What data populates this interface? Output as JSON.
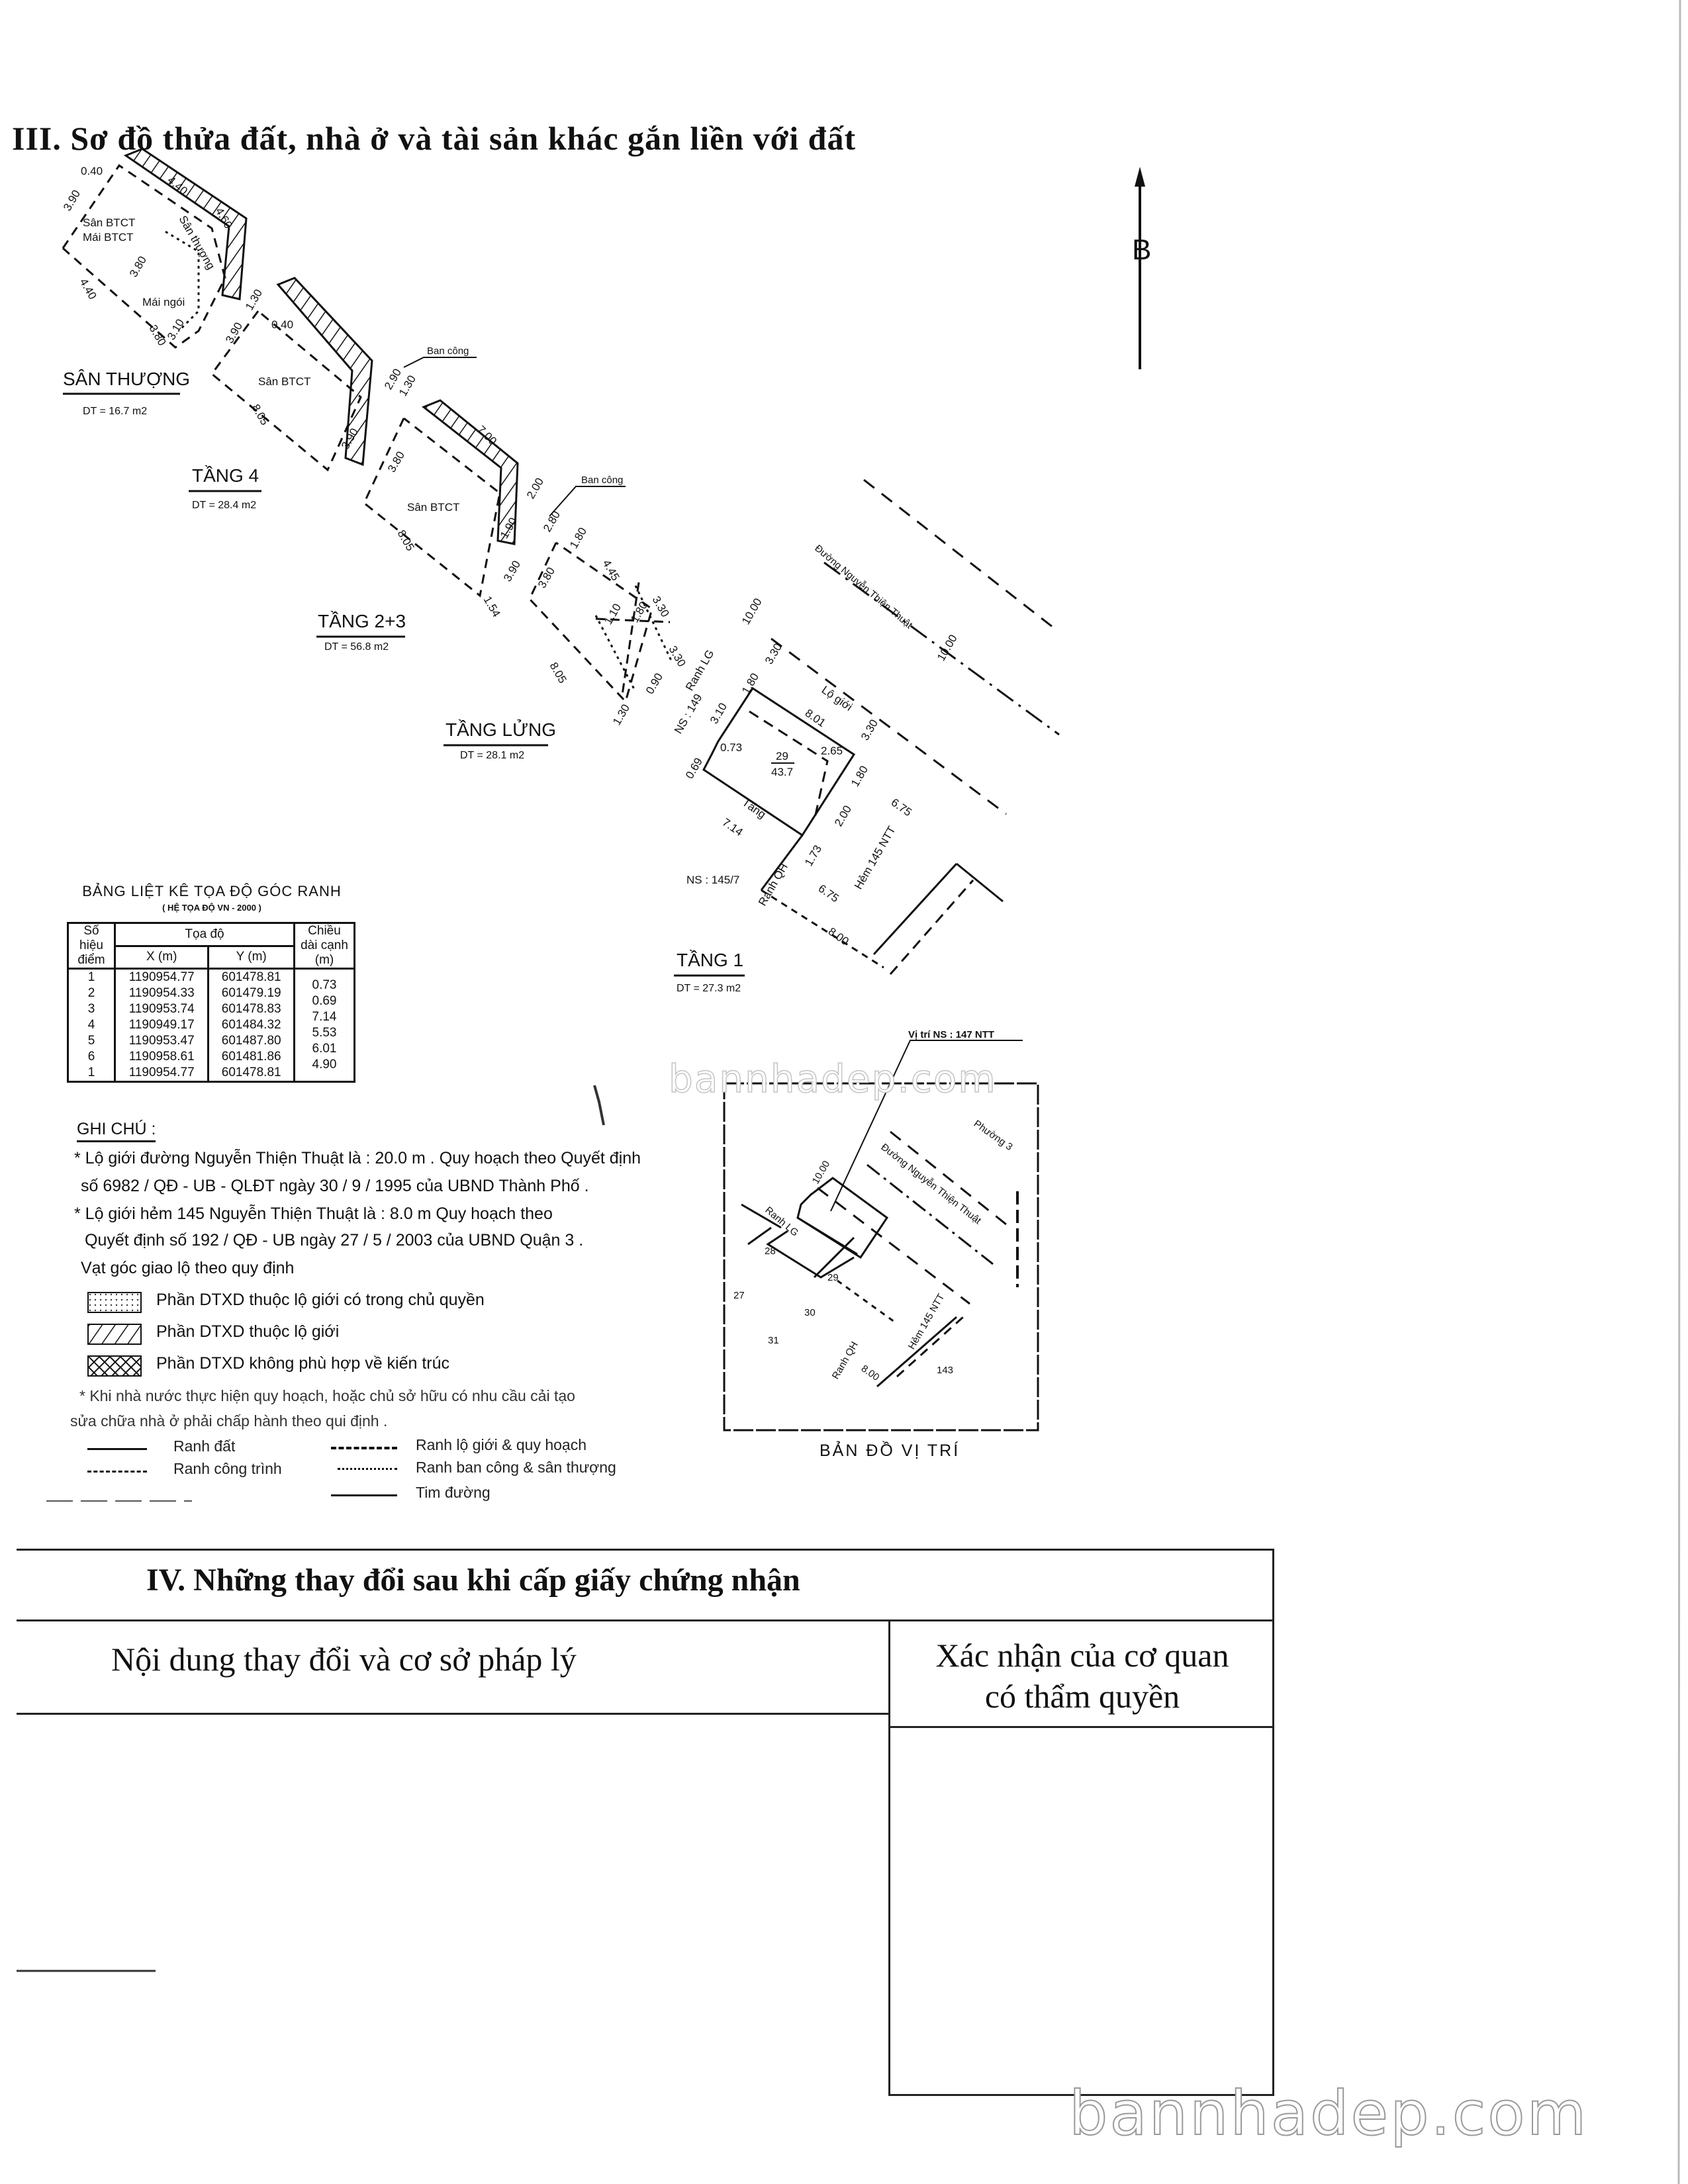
{
  "section3": {
    "heading": "III. Sơ đồ thửa đất, nhà ở và tài sản khác gắn liền với đất",
    "north_label": "B"
  },
  "floors": {
    "san_thuong": {
      "name": "SÂN THƯỢNG",
      "area": "DT = 16.7 m2",
      "labels": [
        "Sân BTCT",
        "Mái BTCT",
        "Mái ngói",
        "Sân thượng"
      ],
      "dims": [
        "0.40",
        "4.40",
        "3.90",
        "4.40",
        "3.80",
        "3.10",
        "4.60",
        "3.80"
      ]
    },
    "tang_4": {
      "name": "TẦNG 4",
      "area": "DT = 28.4 m2",
      "labels": [
        "Sân BTCT",
        "Ban công"
      ],
      "dims": [
        "8.05",
        "3.90",
        "3.90",
        "1.30",
        "0.40",
        "2.90",
        "1.30"
      ]
    },
    "tang_23": {
      "name": "TẦNG 2+3",
      "area": "DT = 56.8 m2",
      "labels": [
        "Sân BTCT",
        "Ban công"
      ],
      "dims": [
        "8.05",
        "3.80",
        "7.00",
        "2.00",
        "1.90",
        "3.90",
        "1.54",
        "2.80"
      ]
    },
    "tang_lung": {
      "name": "TẦNG LỬNG",
      "area": "DT = 28.1 m2",
      "dims": [
        "4.45",
        "3.30",
        "3.30",
        "1.80",
        "1.10",
        "1.80",
        "0.90",
        "1.30",
        "8.05",
        "3.80"
      ]
    },
    "tang_1": {
      "name": "TẦNG 1",
      "area": "DT = 27.3 m2",
      "labels": [
        "Lộ giới",
        "Tầng",
        "29",
        "43.7",
        "Ranh LG",
        "NS : 149",
        "Ranh QH",
        "Hẻm 145 NTT",
        "NS : 145/7",
        "Đường Nguyễn Thiện Thuật"
      ],
      "dims": [
        "8.01",
        "7.14",
        "1.80",
        "3.10",
        "0.73",
        "0.69",
        "3.30",
        "10.00",
        "3.30",
        "1.80",
        "2.00",
        "1.73",
        "2.65",
        "6.75",
        "6.75",
        "8.00",
        "10.00"
      ]
    }
  },
  "coord_table": {
    "title": "BẢNG LIỆT KÊ TỌA ĐỘ GÓC RANH",
    "subtitle": "( HỆ TỌA ĐỘ VN - 2000 )",
    "headers": {
      "point": "Số hiệu điểm",
      "coords": "Tọa độ",
      "x": "X (m)",
      "y": "Y (m)",
      "length": "Chiều dài cạnh (m)"
    },
    "rows": [
      {
        "point": "1",
        "x": "1190954.77",
        "y": "601478.81"
      },
      {
        "point": "2",
        "x": "1190954.33",
        "y": "601479.19"
      },
      {
        "point": "3",
        "x": "1190953.74",
        "y": "601478.83"
      },
      {
        "point": "4",
        "x": "1190949.17",
        "y": "601484.32"
      },
      {
        "point": "5",
        "x": "1190953.47",
        "y": "601487.80"
      },
      {
        "point": "6",
        "x": "1190958.61",
        "y": "601481.86"
      },
      {
        "point": "1",
        "x": "1190954.77",
        "y": "601478.81"
      }
    ],
    "lengths": [
      "0.73",
      "0.69",
      "7.14",
      "5.53",
      "6.01",
      "4.90"
    ]
  },
  "notes": {
    "title": "GHI CHÚ :",
    "lines": [
      "* Lộ giới đường Nguyễn Thiện Thuật là :  20.0 m . Quy hoạch theo Quyết định",
      "số 6982 / QĐ - UB - QLĐT ngày 30 / 9 / 1995 của UBND Thành Phố .",
      "* Lộ giới hẻm 145 Nguyễn Thiện Thuật là : 8.0 m  Quy hoạch theo",
      "Quyết định số 192 / QĐ - UB ngày 27 / 5 / 2003 của UBND Quận 3 .",
      "Vạt góc giao lộ theo quy định"
    ],
    "legend": [
      "Phần DTXD thuộc lộ giới có trong chủ quyền",
      "Phần DTXD thuộc lộ giới",
      "Phần DTXD không phù hợp về kiến trúc"
    ],
    "remark": [
      "* Khi nhà nước thực hiện quy hoạch, hoặc chủ sở hữu  có nhu cầu cải tạo",
      "sửa chữa nhà ở phải chấp hành theo qui định ."
    ],
    "line_legend": [
      "Ranh đất",
      "Ranh công trình",
      "Ranh lộ giới & quy hoạch",
      "Ranh ban công & sân thượng",
      "Tim đường"
    ]
  },
  "location_map": {
    "title": "BẢN ĐỒ VỊ TRÍ",
    "pointer": "Vị trí NS : 147 NTT",
    "labels": [
      "Phường 3",
      "Đường Nguyễn Thiện Thuật",
      "10.00",
      "Ranh LG",
      "28",
      "29",
      "27",
      "30",
      "31",
      "Ranh QH",
      "Hẻm 145 NTT",
      "8.00",
      "143"
    ]
  },
  "section4": {
    "title": "IV. Những thay đổi sau khi cấp giấy chứng nhận",
    "col1": "Nội dung thay đổi và cơ sở pháp lý",
    "col2_line1": "Xác nhận của cơ quan",
    "col2_line2": "có thẩm quyền"
  },
  "watermark": "bannhadep.com"
}
